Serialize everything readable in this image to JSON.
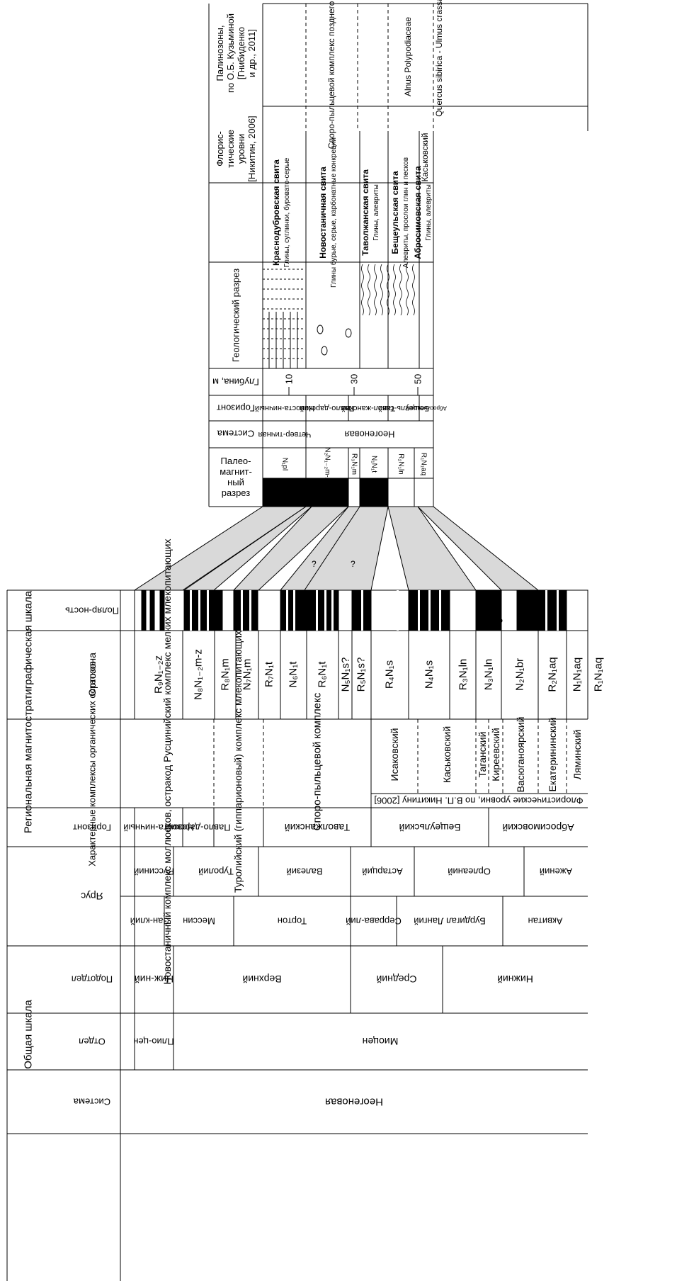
{
  "upper": {
    "headers": {
      "paleomag": [
        "Палео-",
        "магнит-",
        "ный",
        "разрез"
      ],
      "system": "Система",
      "horizon": "Горизонт",
      "depth": "Глубина, м",
      "geol": "Геологический разрез",
      "floristic": [
        "Флорис-",
        "тические",
        "уровни",
        "[Никитин, 2006]"
      ],
      "palyno": [
        "Палинозоны,",
        "по О.Б. Кузьминой",
        "[Гнибиденко",
        "и др., 2011]"
      ]
    },
    "paleomag_labels": [
      "N₁pl",
      "N₂N₁₋₂m-z",
      "R₃N₁m",
      "N₁N₁t",
      "R₂N₁ln",
      "R₁N₁aq"
    ],
    "systems": [
      "Четвер-тичная",
      "Неогеновая"
    ],
    "horizons": [
      "Новоста-ничный",
      "Павло-дарский",
      "Тавол-жанский",
      "Бещеуль-ский",
      "Абросимовский"
    ],
    "depths": [
      "10",
      "30",
      "50"
    ],
    "formations": [
      {
        "name": "Краснодубровская свита",
        "desc": "Глины, суглинки, буровато-серые"
      },
      {
        "name": "Новостаничная свита",
        "desc": "Глины бурые, серые, карбонатные конкреции"
      },
      {
        "name": "Таволжанская свита",
        "desc": "Глины, алевриты"
      },
      {
        "name": "Бещеульская свита",
        "desc": "Алевриты, прослои глин и песков"
      },
      {
        "name": "Абросимовская свита",
        "desc": "Глины, алевриты"
      }
    ],
    "floristic_levels": [
      "Каськовский"
    ],
    "palynozones": [
      "Споро-пыльцевой комплекс позднего миоцена",
      "Alnus Polypodiaceae",
      "Quercus sibirica - Ulmus crassa"
    ]
  },
  "lower": {
    "title_regional": "Региональная магнитостратиграфическая шкала",
    "title_general": "Общая шкала",
    "headers": {
      "system": "Система",
      "dept": "Отдел",
      "subdept": "Подотдел",
      "stage": "Ярус",
      "horizon": "Горизонт",
      "complexes": "Характерные комплексы органических остатков",
      "orthozone": "Ортозона",
      "polarity": "Поляр-ность"
    },
    "system": "Неогеновая",
    "depts": [
      "Плио-цен",
      "Миоцен"
    ],
    "subdepts": [
      "Ниж-ний",
      "Верхний",
      "Средний",
      "Нижний"
    ],
    "stages_a": [
      "Зан-клий",
      "Мессин",
      "Тортон",
      "Серрава-лий",
      "Бурдигал Лангий",
      "Аквитан"
    ],
    "stages_b": [
      "Руссиний",
      "Туролий",
      "Валезий",
      "Астарций",
      "Орлеаний",
      "Ажений"
    ],
    "horizons": [
      "Новоста-ничный",
      "Павло-дарский",
      "Таволжанский",
      "Бещеульский",
      "Абросимовский"
    ],
    "complexes": [
      "Новостаничный комплекс моллюсков, остракод Русцинийский комплекс мелких млекопитающих",
      "Туролийский (гиппарионовый) комплекс млекопитающих",
      "Споро-пыльцевой комплекс"
    ],
    "floristic_caption": "Флористические уровни, по В.П. Никитину [2006]",
    "floristic_levels": [
      "Исаковский",
      "Каськовский",
      "Таганский",
      "Киреевский",
      "Васюганоярский",
      "Екатерининский",
      "Ляминский"
    ],
    "orthozones": [
      "R₉N₁₋₂z",
      "N₈N₁₋₂m-z",
      "R₈N₁m",
      "N₇N₁m",
      "R₇N₁t",
      "N₆N₁t",
      "R₆N₁t",
      "N₅N₁s?",
      "R₅N₁s?",
      "R₄N₁s",
      "N₄N₁s",
      "R₃N₁ln",
      "N₃N₁ln",
      "N₂N₁br",
      "R₂N₁aq",
      "N₁N₁aq",
      "R₁N₁aq"
    ],
    "question": "?"
  }
}
